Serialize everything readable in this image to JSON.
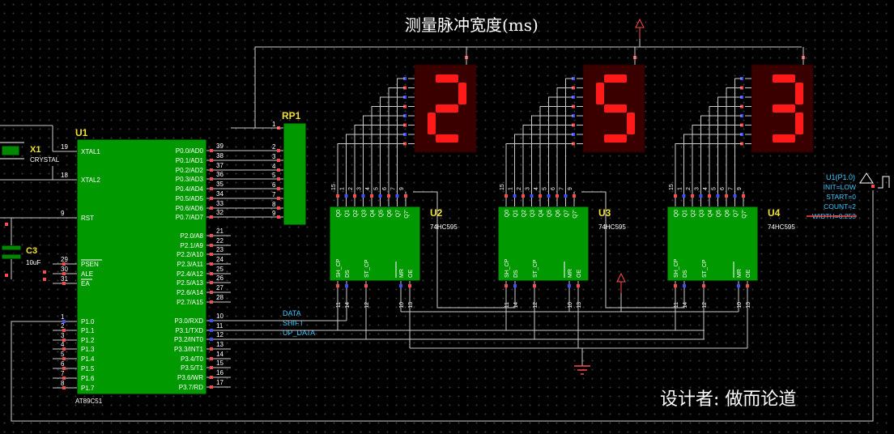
{
  "title": "测量脉冲宽度(ms)",
  "designer": "设计者: 做而论道",
  "colors": {
    "chip": "#009900",
    "chip_border": "#000",
    "wire": "#cccccc",
    "label": "#ffffff",
    "pin": "#ffffff",
    "segment_on": "#ff1a1a",
    "segment_off": "#3a0000",
    "pin_red": "#ff4a4a",
    "pin_blue": "#3a50ff",
    "name": "#f0e030",
    "net": "#40c8ff"
  },
  "display": {
    "digits": [
      "2",
      "5",
      "3"
    ]
  },
  "crystal": {
    "name": "X1",
    "part": "CRYSTAL"
  },
  "capacitor": {
    "name": "C3",
    "value": "10uF"
  },
  "rp1": {
    "name": "RP1",
    "pins": [
      "1",
      "2",
      "3",
      "4",
      "5",
      "6",
      "7",
      "8",
      "9"
    ]
  },
  "u1": {
    "name": "U1",
    "part": "AT89C51",
    "left_pins": [
      {
        "num": "19",
        "label": "XTAL1"
      },
      {
        "num": "18",
        "label": "XTAL2"
      },
      {
        "num": "9",
        "label": "RST"
      },
      {
        "num": "29",
        "label": "PSEN"
      },
      {
        "num": "30",
        "label": "ALE"
      },
      {
        "num": "31",
        "label": "EA"
      },
      {
        "num": "1",
        "label": "P1.0"
      },
      {
        "num": "2",
        "label": "P1.1"
      },
      {
        "num": "3",
        "label": "P1.2"
      },
      {
        "num": "4",
        "label": "P1.3"
      },
      {
        "num": "5",
        "label": "P1.4"
      },
      {
        "num": "6",
        "label": "P1.5"
      },
      {
        "num": "7",
        "label": "P1.6"
      },
      {
        "num": "8",
        "label": "P1.7"
      }
    ],
    "right_pins": [
      {
        "num": "39",
        "label": "P0.0/AD0"
      },
      {
        "num": "38",
        "label": "P0.1/AD1"
      },
      {
        "num": "37",
        "label": "P0.2/AD2"
      },
      {
        "num": "36",
        "label": "P0.3/AD3"
      },
      {
        "num": "35",
        "label": "P0.4/AD4"
      },
      {
        "num": "34",
        "label": "P0.5/AD5"
      },
      {
        "num": "33",
        "label": "P0.6/AD6"
      },
      {
        "num": "32",
        "label": "P0.7/AD7"
      },
      {
        "num": "21",
        "label": "P2.0/A8"
      },
      {
        "num": "22",
        "label": "P2.1/A9"
      },
      {
        "num": "23",
        "label": "P2.2/A10"
      },
      {
        "num": "24",
        "label": "P2.3/A11"
      },
      {
        "num": "25",
        "label": "P2.4/A12"
      },
      {
        "num": "26",
        "label": "P2.5/A13"
      },
      {
        "num": "27",
        "label": "P2.6/A14"
      },
      {
        "num": "28",
        "label": "P2.7/A15"
      },
      {
        "num": "10",
        "label": "P3.0/RXD"
      },
      {
        "num": "11",
        "label": "P3.1/TXD"
      },
      {
        "num": "12",
        "label": "P3.2/INT0"
      },
      {
        "num": "13",
        "label": "P3.3/INT1"
      },
      {
        "num": "14",
        "label": "P3.4/T0"
      },
      {
        "num": "15",
        "label": "P3.5/T1"
      },
      {
        "num": "16",
        "label": "P3.6/WR"
      },
      {
        "num": "17",
        "label": "P3.7/RD"
      }
    ]
  },
  "nets": [
    "DATA",
    "SHIFT",
    "UP_DATA"
  ],
  "shift_registers": [
    {
      "name": "U2",
      "part": "74HC595"
    },
    {
      "name": "U3",
      "part": "74HC595"
    },
    {
      "name": "U4",
      "part": "74HC595"
    }
  ],
  "sr_top_pins": [
    {
      "num": "15",
      "label": "Q0"
    },
    {
      "num": "1",
      "label": "Q1"
    },
    {
      "num": "2",
      "label": "Q2"
    },
    {
      "num": "3",
      "label": "Q3"
    },
    {
      "num": "4",
      "label": "Q4"
    },
    {
      "num": "5",
      "label": "Q5"
    },
    {
      "num": "6",
      "label": "Q6"
    },
    {
      "num": "7",
      "label": "Q7"
    },
    {
      "num": "9",
      "label": "Q7'"
    }
  ],
  "sr_bottom_pins": [
    {
      "num": "11",
      "label": "SH_CP"
    },
    {
      "num": "14",
      "label": "DS"
    },
    {
      "num": "12",
      "label": "ST_CP"
    },
    {
      "num": "10",
      "label": "MR"
    },
    {
      "num": "13",
      "label": "OE"
    }
  ],
  "generator": {
    "name": "U1(P1.0)",
    "lines": [
      "INIT=LOW",
      "START=0",
      "COUNT=2",
      "WIDTH=0.253"
    ]
  }
}
